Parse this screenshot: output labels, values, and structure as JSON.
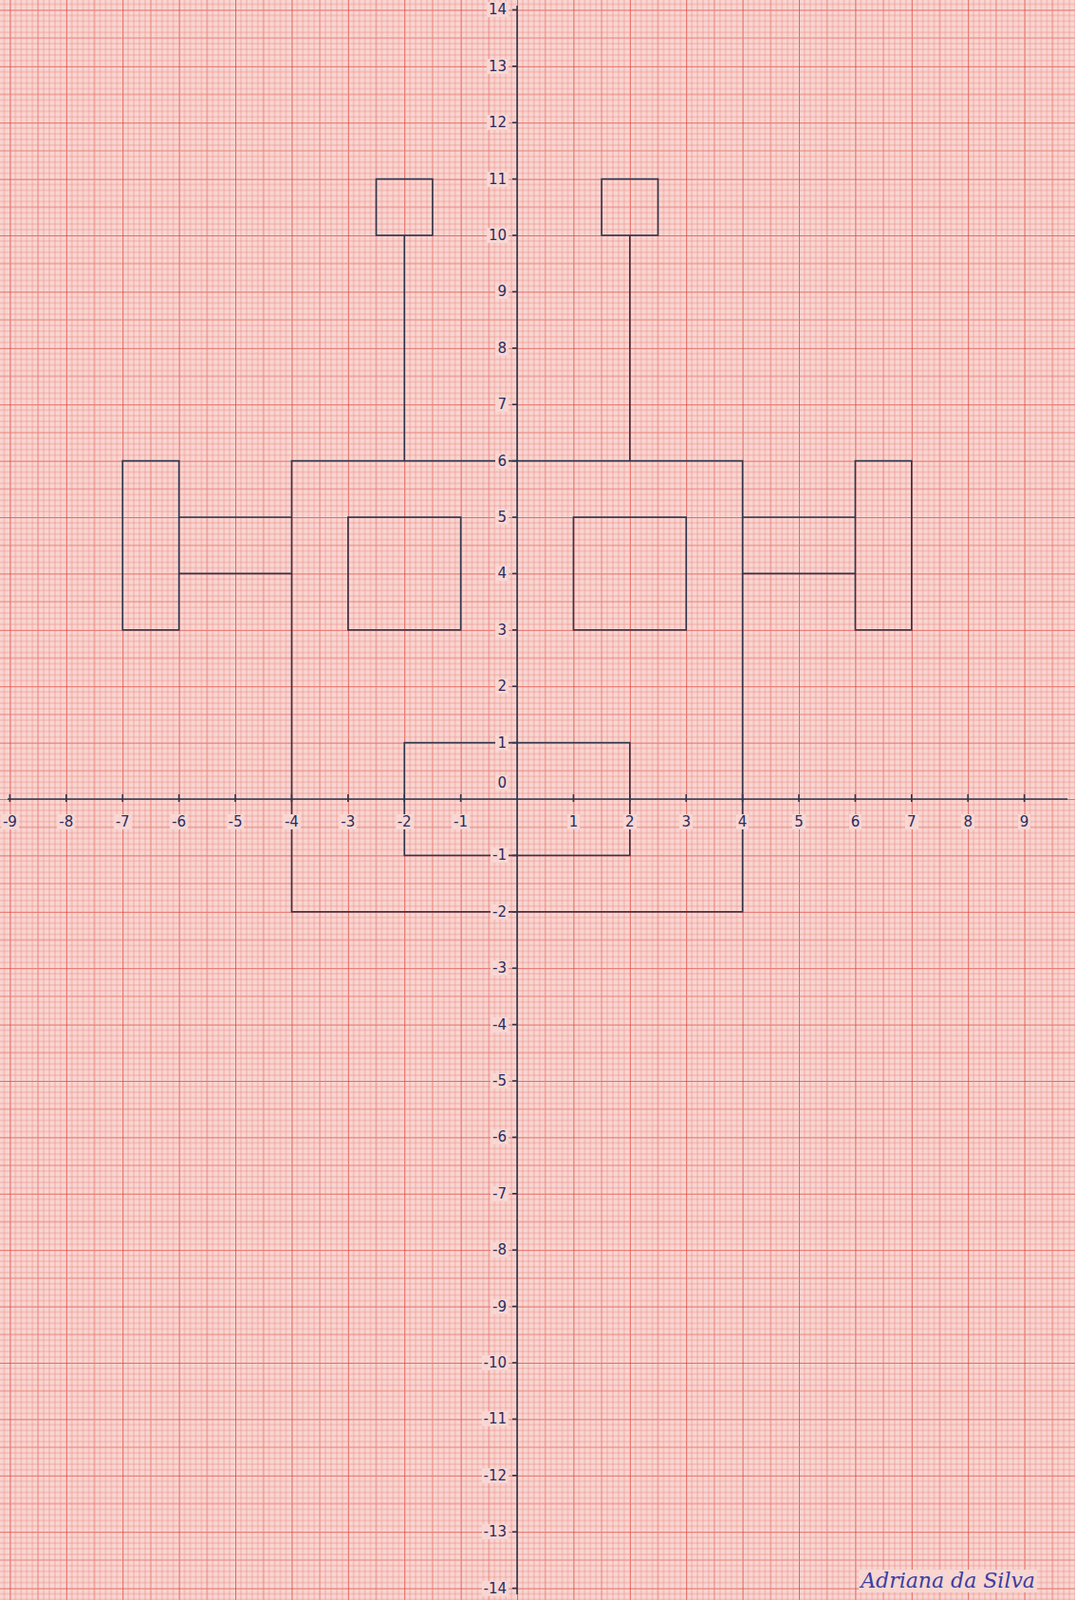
{
  "diagram": {
    "labels": [
      "-9",
      "-8",
      "-7",
      "-6",
      "-5",
      "-4",
      "-3",
      "-2",
      "-1",
      "1",
      "2",
      "3",
      "4",
      "5",
      "6",
      "7",
      "8",
      "9",
      "14",
      "13",
      "12",
      "11",
      "10",
      "9",
      "8",
      "7",
      "6",
      "5",
      "4",
      "3",
      "2",
      "1",
      "0",
      "-1",
      "-2",
      "-3",
      "-4",
      "-5",
      "-6",
      "-7",
      "-8",
      "-9",
      "-10",
      "-11",
      "-12",
      "-13",
      "-14",
      "Adriana da Silva"
    ]
  }
}
